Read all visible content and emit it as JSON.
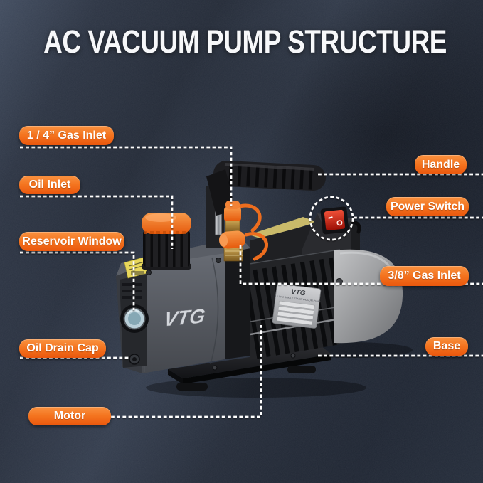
{
  "title": "AC VACUUM PUMP STRUCTURE",
  "brand": {
    "logo": "VTG",
    "plate_line": "4.5 CFM SINGLE STAGE VACUUM PUMP"
  },
  "labels": {
    "gas_inlet_quarter": "1 / 4” Gas Inlet",
    "oil_inlet": "Oil Inlet",
    "reservoir_window": "Reservoir Window",
    "oil_drain_cap": "Oil Drain Cap",
    "motor": "Motor",
    "handle": "Handle",
    "power_switch": "Power Switch",
    "gas_inlet_three_eighths": "3/8” Gas Inlet",
    "base": "Base"
  },
  "colors": {
    "background": "#242b38",
    "label_orange_top": "#f99240",
    "label_orange_bottom": "#ea570d",
    "connector_white": "#ffffff",
    "cap_orange": "#f07122",
    "switch_red": "#d42a1e",
    "brass": "#b08338",
    "sticker_yellow": "#e8d75b",
    "title_white": "#f7f8fa"
  }
}
